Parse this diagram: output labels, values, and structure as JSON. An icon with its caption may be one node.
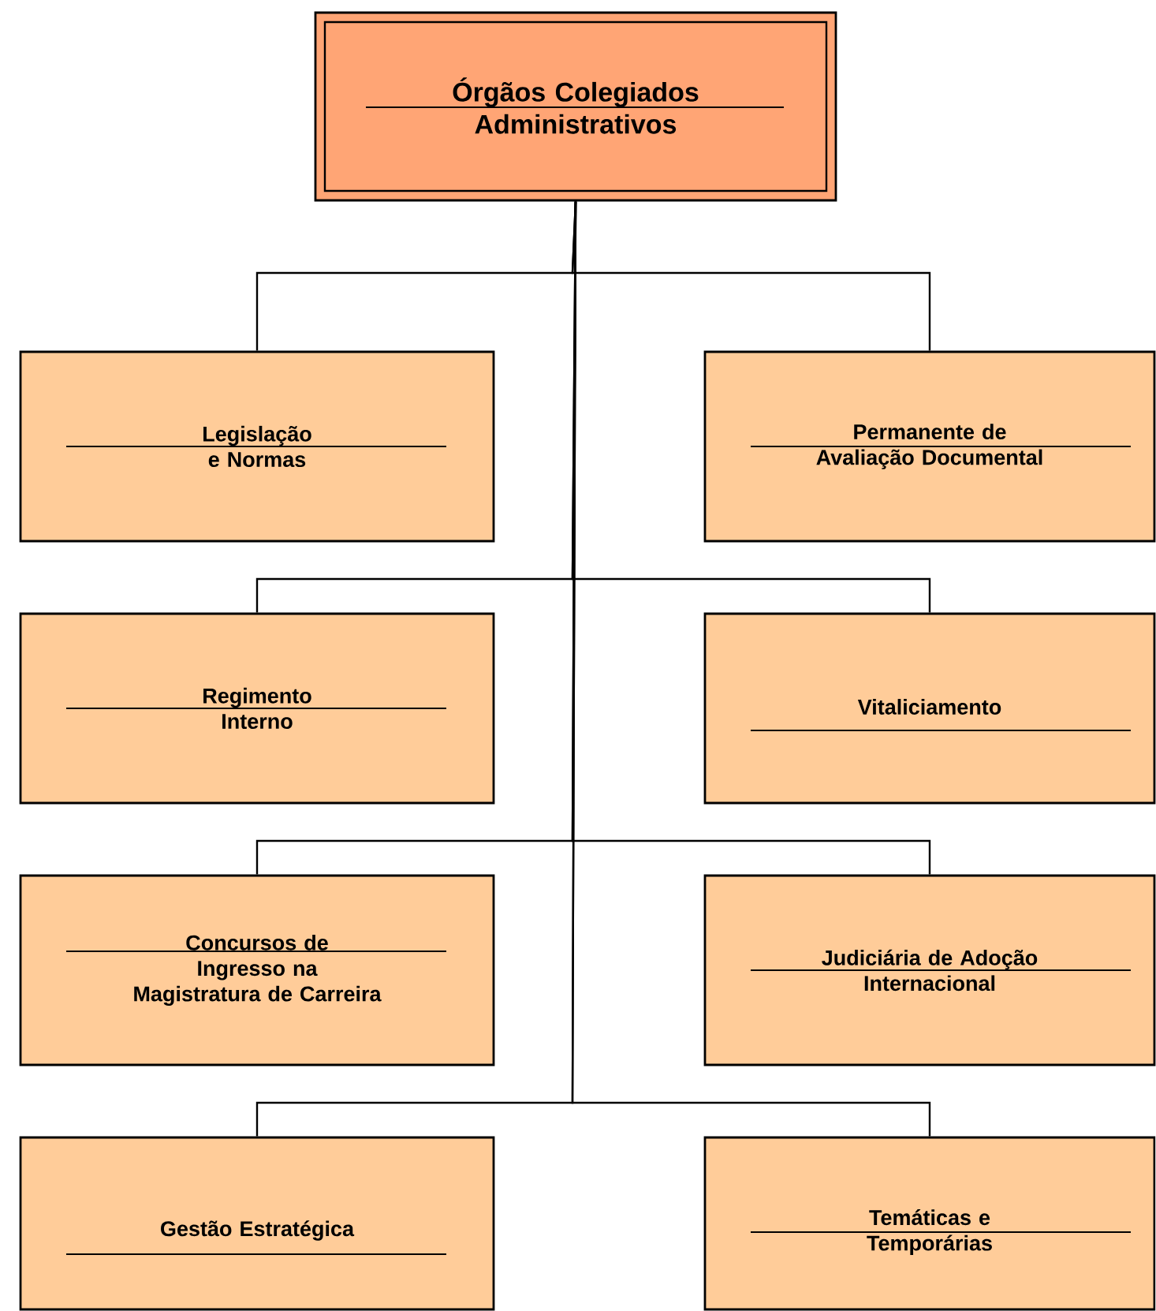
{
  "diagram": {
    "nodes": [
      {
        "text": [
          "Órgãos Colegiados Administrativos"
        ]
      },
      {
        "text": [
          "Legislação e Normas"
        ]
      },
      {
        "text": [
          "Permanente de Avaliação Documental"
        ]
      },
      {
        "text": [
          "Regimento Interno"
        ]
      },
      {
        "text": [
          "Vitaliciamento"
        ]
      },
      {
        "text": [
          "Concursos de Ingresso na Magistratura de Carreira"
        ]
      },
      {
        "text": [
          "Judiciária de Adoção Internacional"
        ]
      },
      {
        "text": [
          "Gestão Estratégica"
        ]
      },
      {
        "text": [
          "Temáticas e Temporárias"
        ]
      }
    ],
    "edges": [
      {
        "from": 0,
        "to": 1,
        "arrow": "none"
      },
      {
        "from": 0,
        "to": 2,
        "arrow": "none"
      },
      {
        "from": 0,
        "to": 3,
        "arrow": "none"
      },
      {
        "from": 0,
        "to": 4,
        "arrow": "none"
      },
      {
        "from": 0,
        "to": 5,
        "arrow": "none"
      },
      {
        "from": 0,
        "to": 6,
        "arrow": "none"
      },
      {
        "from": 0,
        "to": 7,
        "arrow": "none"
      },
      {
        "from": 0,
        "to": 8,
        "arrow": "none"
      }
    ]
  }
}
